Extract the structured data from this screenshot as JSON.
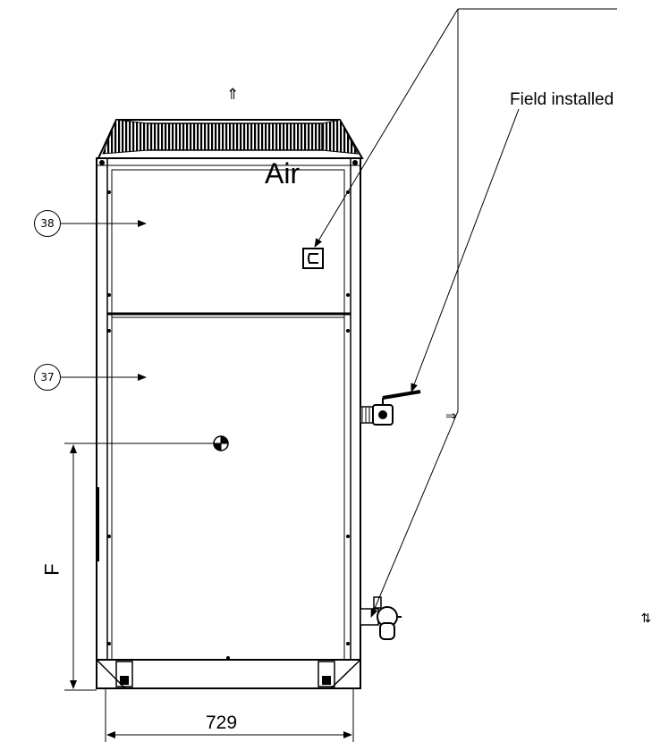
{
  "labels": {
    "air": "Air",
    "field_installed": "Field installed",
    "dim_width": "729",
    "dim_height": "F",
    "callout_top": "38",
    "callout_bottom": "37"
  },
  "symbols": {
    "air_up_arrow": "⇑",
    "water_in_arrow": "⇒",
    "side_flow_arrow": "⇄"
  }
}
